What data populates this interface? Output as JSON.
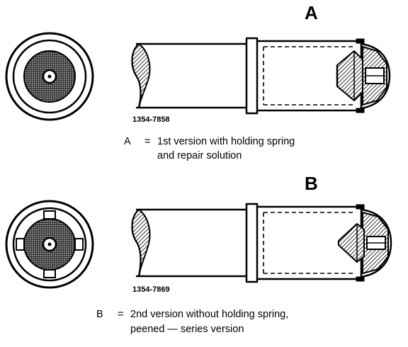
{
  "diagram": {
    "version_a": {
      "letter": "A",
      "part_number": "1354-7858",
      "caption_key": "A",
      "caption_eq": "=",
      "caption_line1": "1st version with holding spring",
      "caption_line2": "and repair solution"
    },
    "version_b": {
      "letter": "B",
      "part_number": "1354-7869",
      "caption_key": "B",
      "caption_eq": "=",
      "caption_line1": "2nd version without holding spring,",
      "caption_line2": "peened — series version"
    }
  }
}
